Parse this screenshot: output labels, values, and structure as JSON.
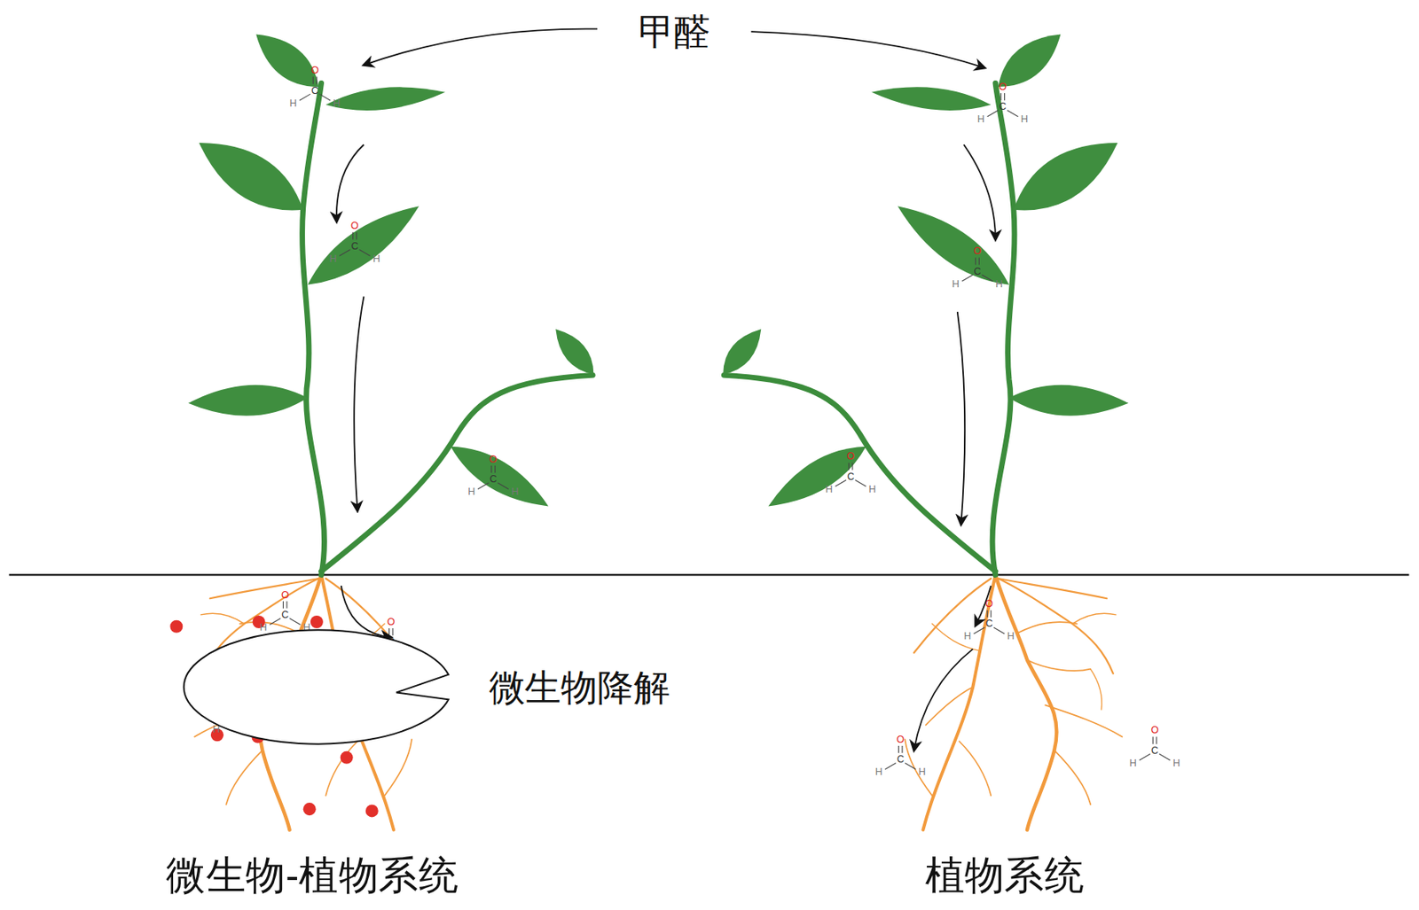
{
  "diagram": {
    "nodes": [
      {
        "text": [
          "微生物降解"
        ]
      }
    ],
    "labels": [
      "甲醛",
      "O",
      "C",
      "H",
      "H",
      "O",
      "C",
      "H",
      "H",
      "O",
      "C",
      "H",
      "H",
      "O",
      "C",
      "H",
      "H",
      "O",
      "C",
      "H",
      "H",
      "O",
      "C",
      "H",
      "H",
      "O",
      "C",
      "H",
      "H",
      "O",
      "C",
      "H",
      "H",
      "O",
      "C",
      "H",
      "H",
      "O",
      "C",
      "H",
      "H",
      "O",
      "C",
      "H",
      "H",
      "O",
      "C",
      "H",
      "H",
      "微生物-植物系统",
      "植物系统"
    ]
  }
}
